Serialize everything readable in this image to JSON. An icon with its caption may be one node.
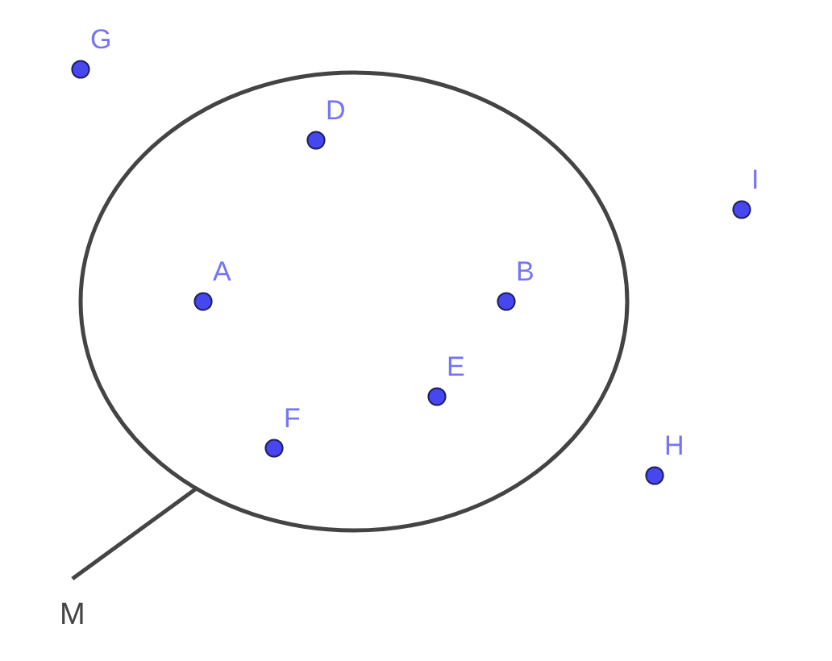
{
  "diagram": {
    "nodes": [
      {
        "text": [
          "G"
        ]
      },
      {
        "text": [],
        "shape": "ellipse"
      },
      {
        "text": [
          "D"
        ],
        "in": 1
      },
      {
        "text": [
          "I"
        ]
      },
      {
        "text": [
          "A"
        ],
        "in": 1
      },
      {
        "text": [
          "B"
        ],
        "in": 1
      },
      {
        "text": [
          "E"
        ],
        "in": 1
      },
      {
        "text": [
          "F"
        ],
        "in": 1
      },
      {
        "text": [
          "H"
        ]
      },
      {
        "text": [
          "M"
        ]
      }
    ],
    "edges": [
      {
        "from": 9,
        "to": 1,
        "arrow": "none"
      }
    ]
  }
}
